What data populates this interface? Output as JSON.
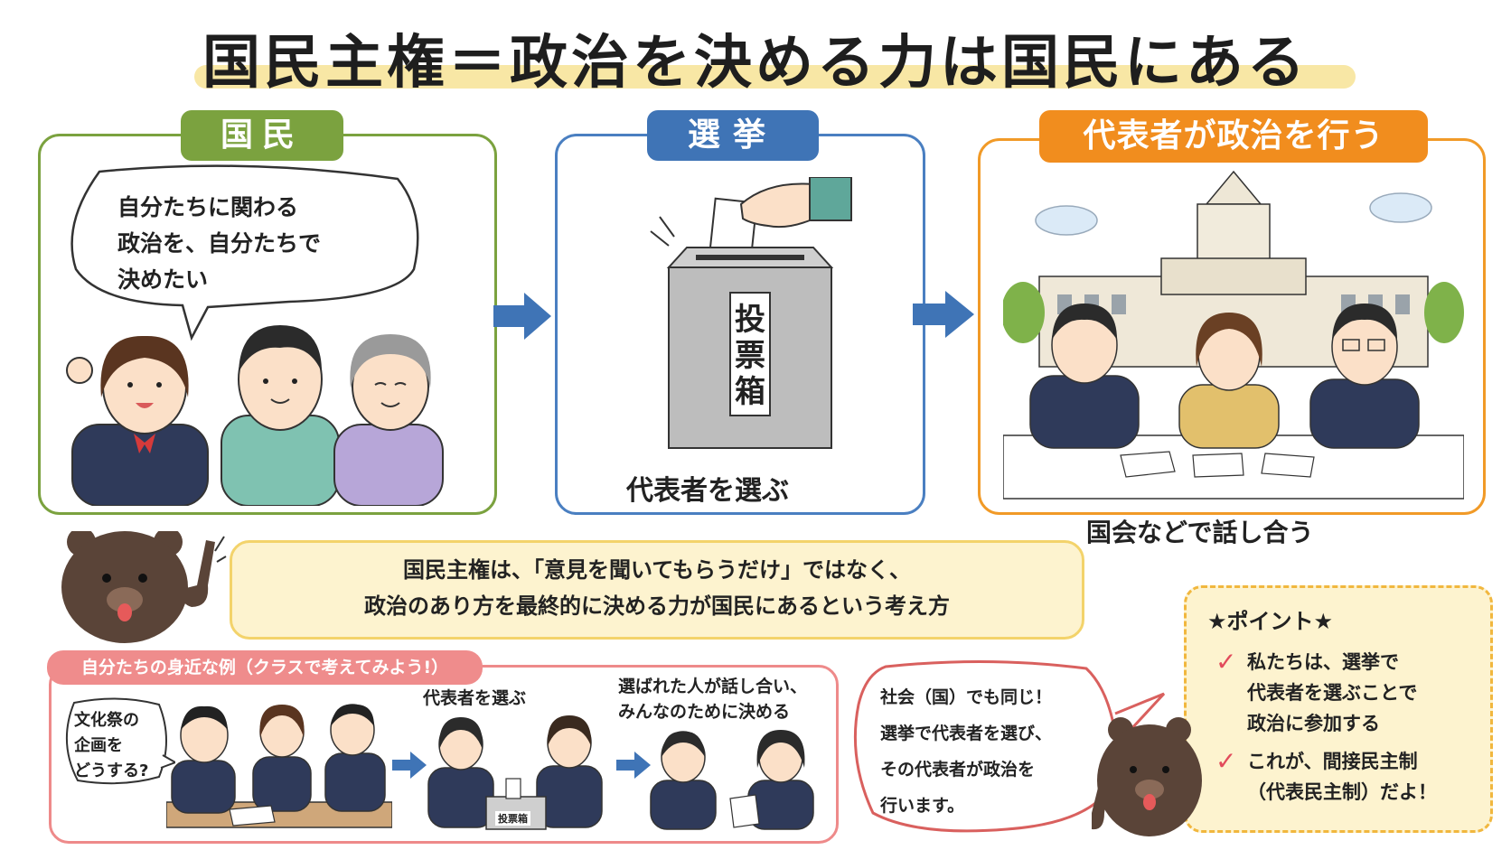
{
  "title": "国民主権＝政治を決める力は国民にある",
  "panels": {
    "citizens": {
      "tab": "国民",
      "speech": [
        "自分たちに関わる",
        "政治を、自分たちで",
        "決めたい"
      ]
    },
    "election": {
      "tab": "選挙",
      "ballot_box_label": [
        "投",
        "票",
        "箱"
      ],
      "caption": "代表者を選ぶ"
    },
    "representatives": {
      "tab": "代表者が政治を行う",
      "caption": "国会などで話し合う"
    }
  },
  "statement": [
    "国民主権は、「意見を聞いてもらうだけ」ではなく、",
    "政治のあり方を最終的に決める力が国民にあるという考え方"
  ],
  "example": {
    "tab": "自分たちの身近な例（クラスで考えてみよう!）",
    "bubble": [
      "文化祭の",
      "企画を",
      "どうする?"
    ],
    "step2": "代表者を選ぶ",
    "step2_box_label": "投票箱",
    "step3": [
      "選ばれた人が話し合い、",
      "みんなのために決める"
    ]
  },
  "society": [
    "社会（国）でも同じ！",
    "選挙で代表者を選び、",
    "その代表者が政治を",
    "行います。"
  ],
  "point": {
    "title": "★ポイント★",
    "item1": [
      "私たちは、選挙で",
      "代表者を選ぶことで",
      "政治に参加する"
    ],
    "item2": [
      "これが、間接民主制",
      "（代表民主制）だよ！"
    ]
  },
  "colors": {
    "green": "#7ba23f",
    "blue": "#3f74b6",
    "orange": "#f18d1e",
    "pink": "#ef8c8c",
    "yellow": "#fdf3cf"
  }
}
